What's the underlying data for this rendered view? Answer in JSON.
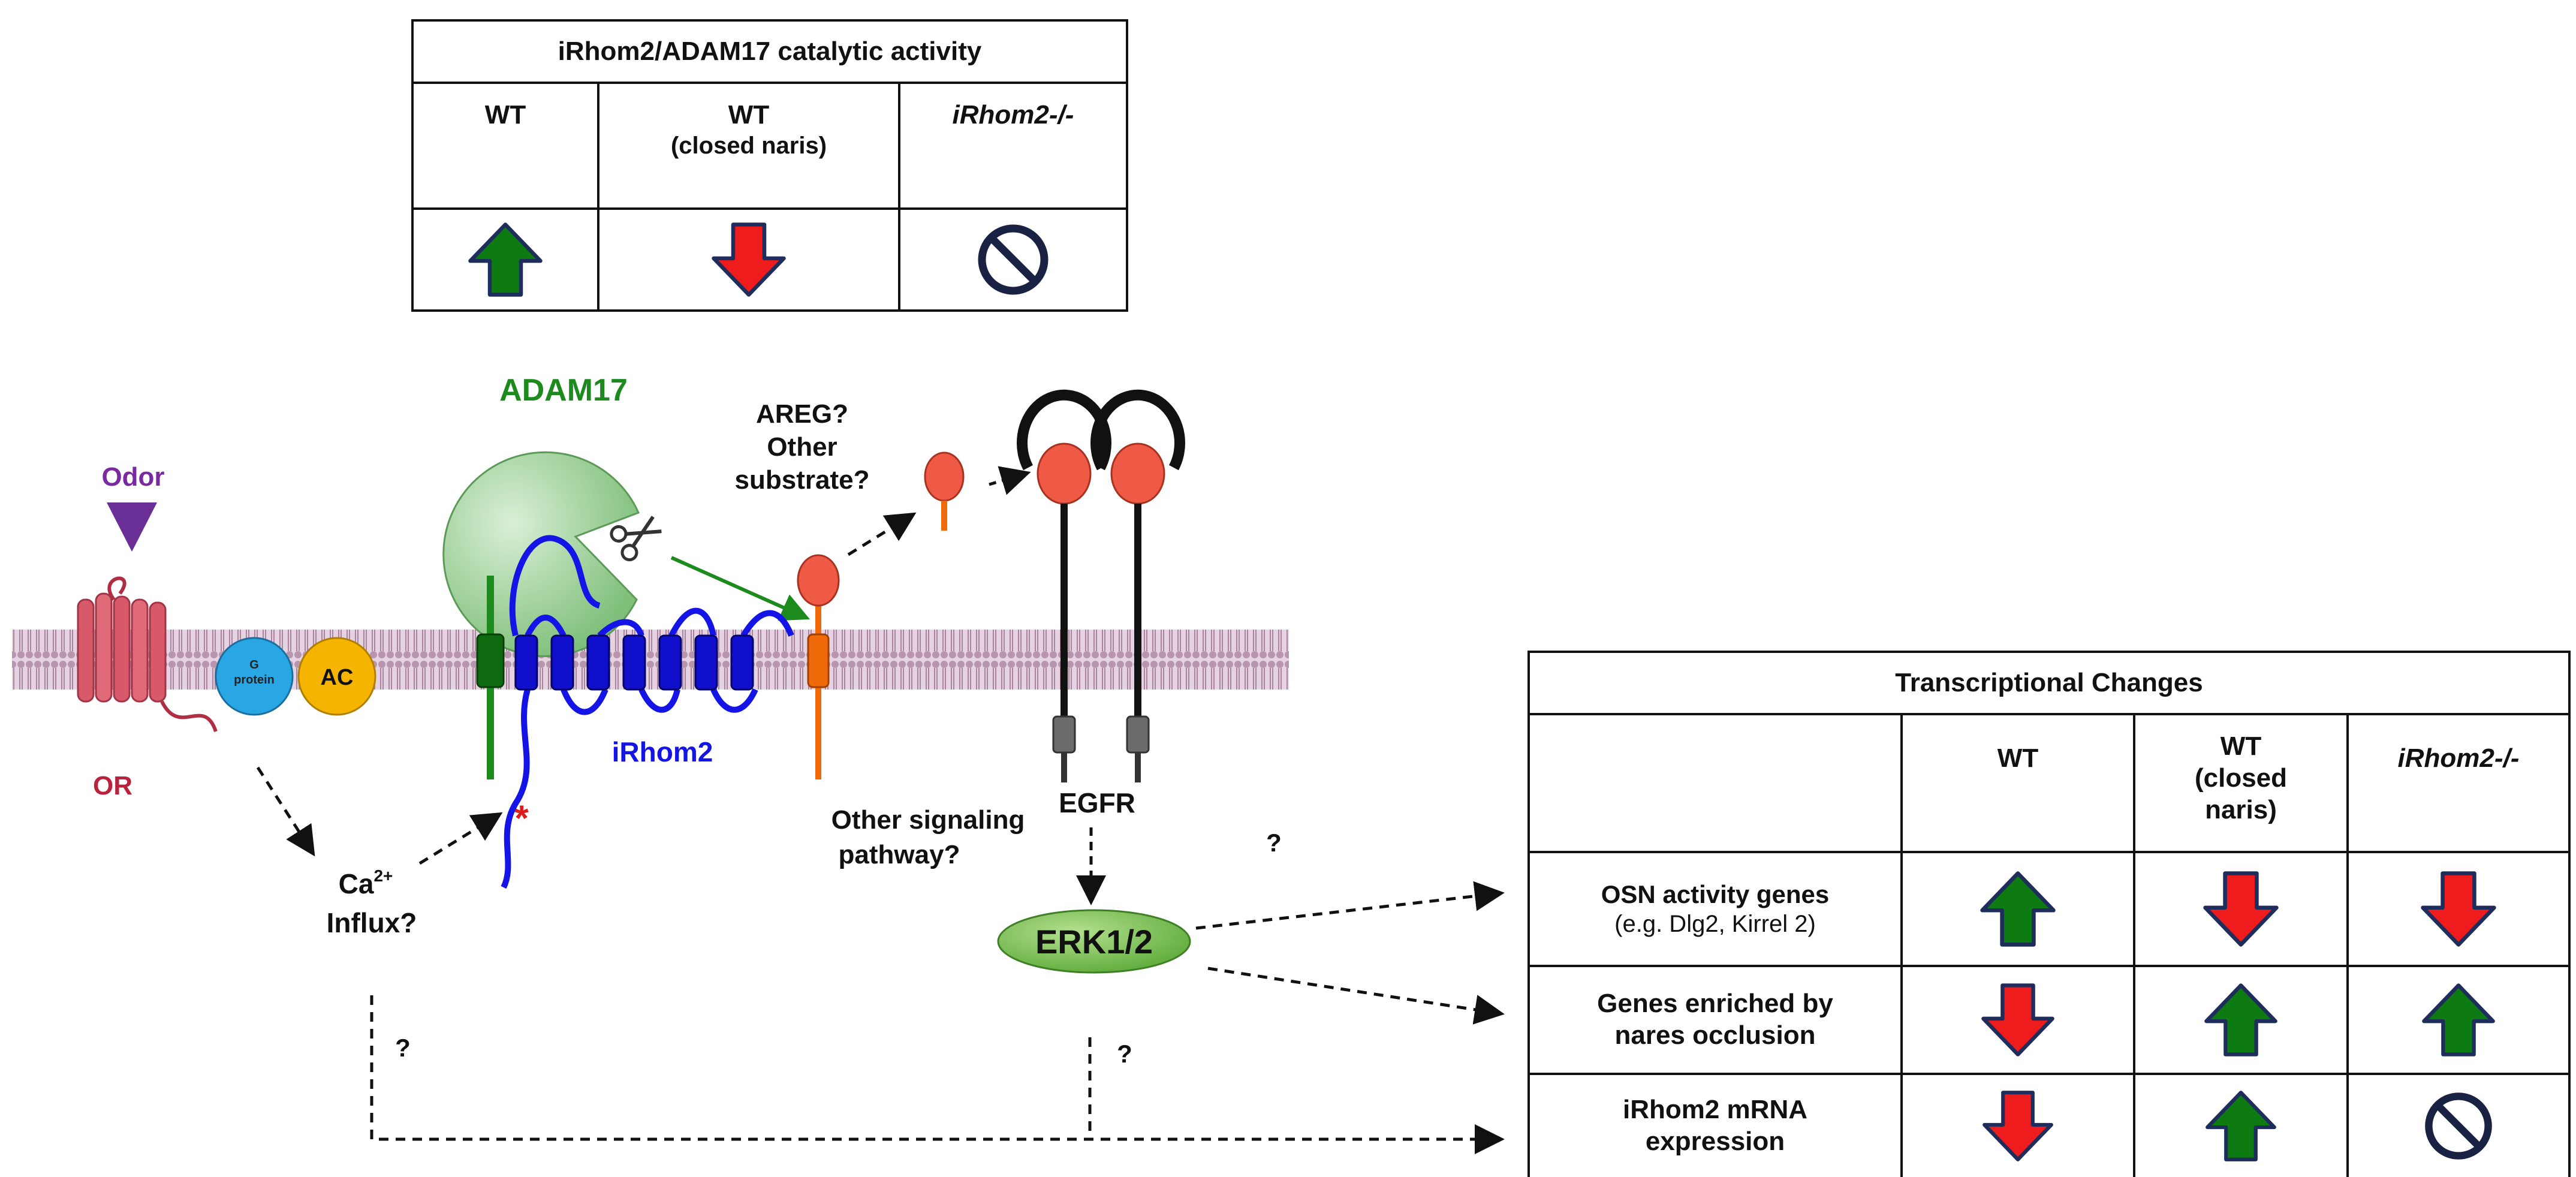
{
  "catalytic_table": {
    "title": "iRhom2/ADAM17 catalytic activity",
    "columns": [
      {
        "line1": "WT",
        "line2": "",
        "italic": false
      },
      {
        "line1": "WT",
        "line2": "(closed naris)",
        "italic": false
      },
      {
        "line1": "iRhom2-/-",
        "line2": "",
        "italic": true
      }
    ],
    "symbols": [
      "up-arrow",
      "down-arrow",
      "no-symbol"
    ]
  },
  "transcription_table": {
    "title": "Transcriptional Changes",
    "columns": [
      {
        "line1": "WT",
        "line2": "",
        "line3": "",
        "italic": false
      },
      {
        "line1": "WT",
        "line2": "(closed",
        "line3": "naris)",
        "italic": false
      },
      {
        "line1": "iRhom2-/-",
        "line2": "",
        "line3": "",
        "italic": true
      }
    ],
    "rows": [
      {
        "label1": "OSN activity genes",
        "label2": "(e.g. Dlg2, Kirrel 2)",
        "symbols": [
          "up-arrow",
          "down-arrow",
          "down-arrow"
        ]
      },
      {
        "label1": "Genes enriched by",
        "label2": "nares occlusion",
        "symbols": [
          "down-arrow",
          "up-arrow",
          "up-arrow"
        ]
      },
      {
        "label1": "iRhom2 mRNA",
        "label2": "expression",
        "symbols": [
          "down-arrow",
          "up-arrow",
          "no-symbol"
        ]
      }
    ]
  },
  "diagram": {
    "odor": "Odor",
    "or": "OR",
    "g_protein_1": "G",
    "g_protein_2": "protein",
    "ac": "AC",
    "adam17": "ADAM17",
    "areg_1": "AREG?",
    "areg_2": "Other",
    "areg_3": "substrate?",
    "irhom2": "iRhom2",
    "egfr": "EGFR",
    "erk": "ERK1/2",
    "ca_1": "Ca",
    "ca_sup": "2+",
    "ca_2": "Influx?",
    "other_pathway_1": "Other signaling",
    "other_pathway_2": "pathway?",
    "asterisk": "*",
    "q1": "?",
    "q2": "?",
    "q3": "?"
  },
  "colors": {
    "up": "#0e7a12",
    "down": "#ee1c1c",
    "arrow_border": "#1f2d5c",
    "adam17": "#1c8a1c",
    "irhom2": "#1414e6",
    "odor": "#7a2aa0",
    "or": "#b8223c",
    "membrane": "#c7a3bd"
  }
}
